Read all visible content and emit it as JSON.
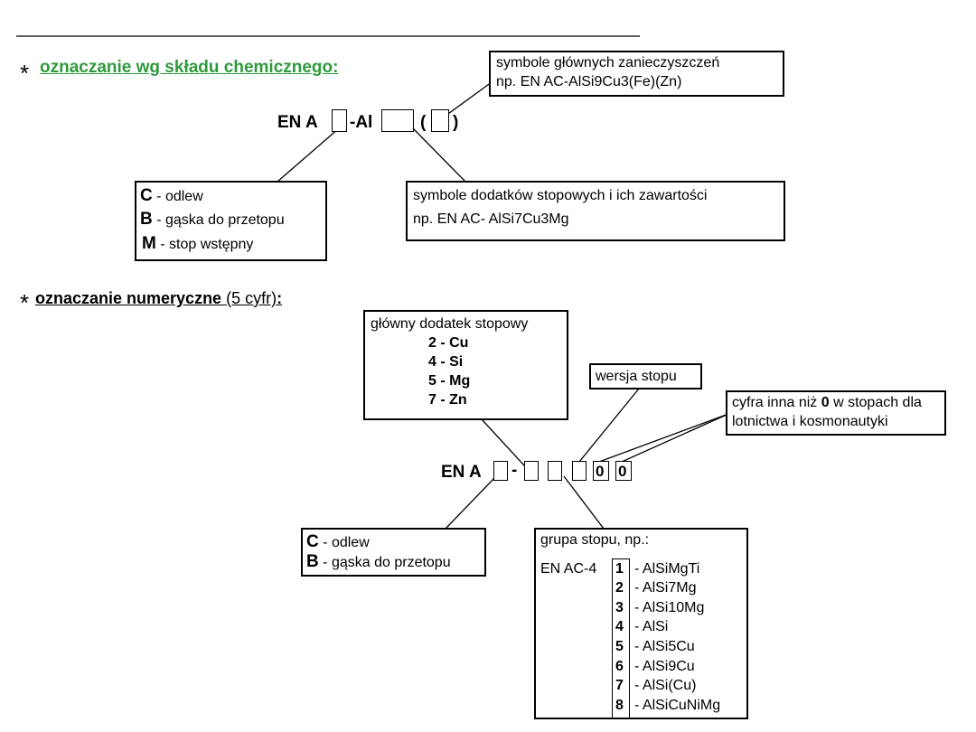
{
  "section1": {
    "bullet": "*",
    "heading": "oznaczanie wg składu chemicznego:",
    "heading_color": "#2e9a3c",
    "code_prefix": "EN A",
    "code_mid": "-Al",
    "paren_open": "(",
    "paren_close": ")",
    "box_impurities": {
      "line1": "symbole głównych zanieczyszczeń",
      "line2": "np. EN AC-AlSi9Cu3(Fe)(Zn)"
    },
    "box_form": [
      {
        "letter": "C",
        "text": " - odlew"
      },
      {
        "letter": "B",
        "text": " - gąska do przetopu"
      },
      {
        "letter": "M",
        "text": " - stop wstępny"
      }
    ],
    "box_additions": {
      "line1": "symbole dodatków stopowych i ich zawartości",
      "line2": "np. EN AC- AlSi7Cu3Mg"
    }
  },
  "section2": {
    "bullet": "*",
    "heading": "oznaczanie numeryczne",
    "heading_suffix": " (5 cyfr)",
    "heading_colon": ":",
    "code_prefix": "EN A",
    "code_dash": "-",
    "digit4": "0",
    "digit5": "0",
    "box_main_addition": {
      "title": "główny dodatek stopowy",
      "items": [
        "2 - Cu",
        "4 - Si",
        "5 - Mg",
        "7 - Zn"
      ]
    },
    "box_version": "wersja stopu",
    "box_aero": {
      "line1_pre": "cyfra inna niż ",
      "line1_bold": "0",
      "line1_post": " w stopach dla",
      "line2": "lotnictwa i kosmonautyki"
    },
    "box_form": [
      {
        "letter": "C",
        "text": " - odlew"
      },
      {
        "letter": "B",
        "text": " - gąska do przetopu"
      }
    ],
    "box_group": {
      "title": "grupa stopu, np.:",
      "prefix": "EN AC-4",
      "items": [
        {
          "num": "1",
          "text": "- AlSiMgTi"
        },
        {
          "num": "2",
          "text": "- AlSi7Mg"
        },
        {
          "num": "3",
          "text": "- AlSi10Mg"
        },
        {
          "num": "4",
          "text": "- AlSi"
        },
        {
          "num": "5",
          "text": "- AlSi5Cu"
        },
        {
          "num": "6",
          "text": "- AlSi9Cu"
        },
        {
          "num": "7",
          "text": "- AlSi(Cu)"
        },
        {
          "num": "8",
          "text": "- AlSiCuNiMg"
        }
      ]
    }
  }
}
